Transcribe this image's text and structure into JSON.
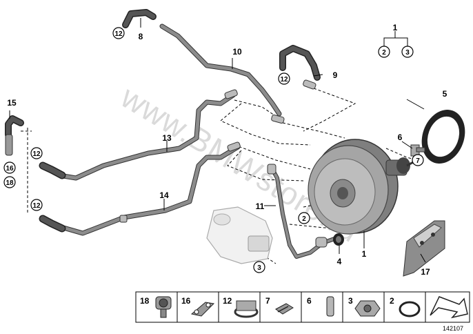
{
  "watermark": "www.BMWstore.ru",
  "diagram_id": "142107",
  "callouts": {
    "c1": "1",
    "c2": "2",
    "c3": "3",
    "c4": "4",
    "c5": "5",
    "c6": "6",
    "c7": "7",
    "c8": "8",
    "c9": "9",
    "c10": "10",
    "c11": "11",
    "c12": "12",
    "c13": "13",
    "c14": "14",
    "c15": "15",
    "c16": "16",
    "c17": "17",
    "c18": "18"
  },
  "legend_strip": [
    {
      "num": "18",
      "icon": "clip-icon"
    },
    {
      "num": "16",
      "icon": "bracket-icon"
    },
    {
      "num": "12",
      "icon": "hose-clamp-icon"
    },
    {
      "num": "7",
      "icon": "spring-clip-icon"
    },
    {
      "num": "6",
      "icon": "pin-icon"
    },
    {
      "num": "3",
      "icon": "hex-nut-icon"
    },
    {
      "num": "2",
      "icon": "o-ring-icon"
    },
    {
      "num": "",
      "icon": "arrow-icon"
    }
  ]
}
